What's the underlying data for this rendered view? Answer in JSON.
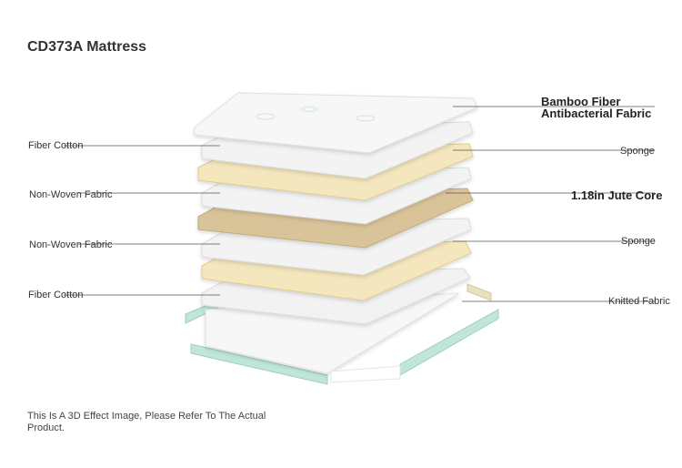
{
  "title": "CD373A Mattress",
  "labels": {
    "bamboo_line1": "Bamboo Fiber",
    "bamboo_line2": "Antibacterial Fabric",
    "fiber_cotton_top": "Fiber Cotton",
    "sponge_top": "Sponge",
    "non_woven_top": "Non-Woven Fabric",
    "jute_core": "1.18in Jute Core",
    "non_woven_bottom": "Non-Woven Fabric",
    "sponge_bottom": "Sponge",
    "fiber_cotton_bottom": "Fiber Cotton",
    "knitted_fabric": "Knitted Fabric"
  },
  "disclaimer": "This Is A 3D Effect Image, Please Refer To The Actual Product.",
  "colors": {
    "white_layer": "#f3f3f3",
    "sponge_layer": "#f4e6bd",
    "jute_layer": "#d9c49a",
    "knitted_edge": "#bfe6d8"
  }
}
